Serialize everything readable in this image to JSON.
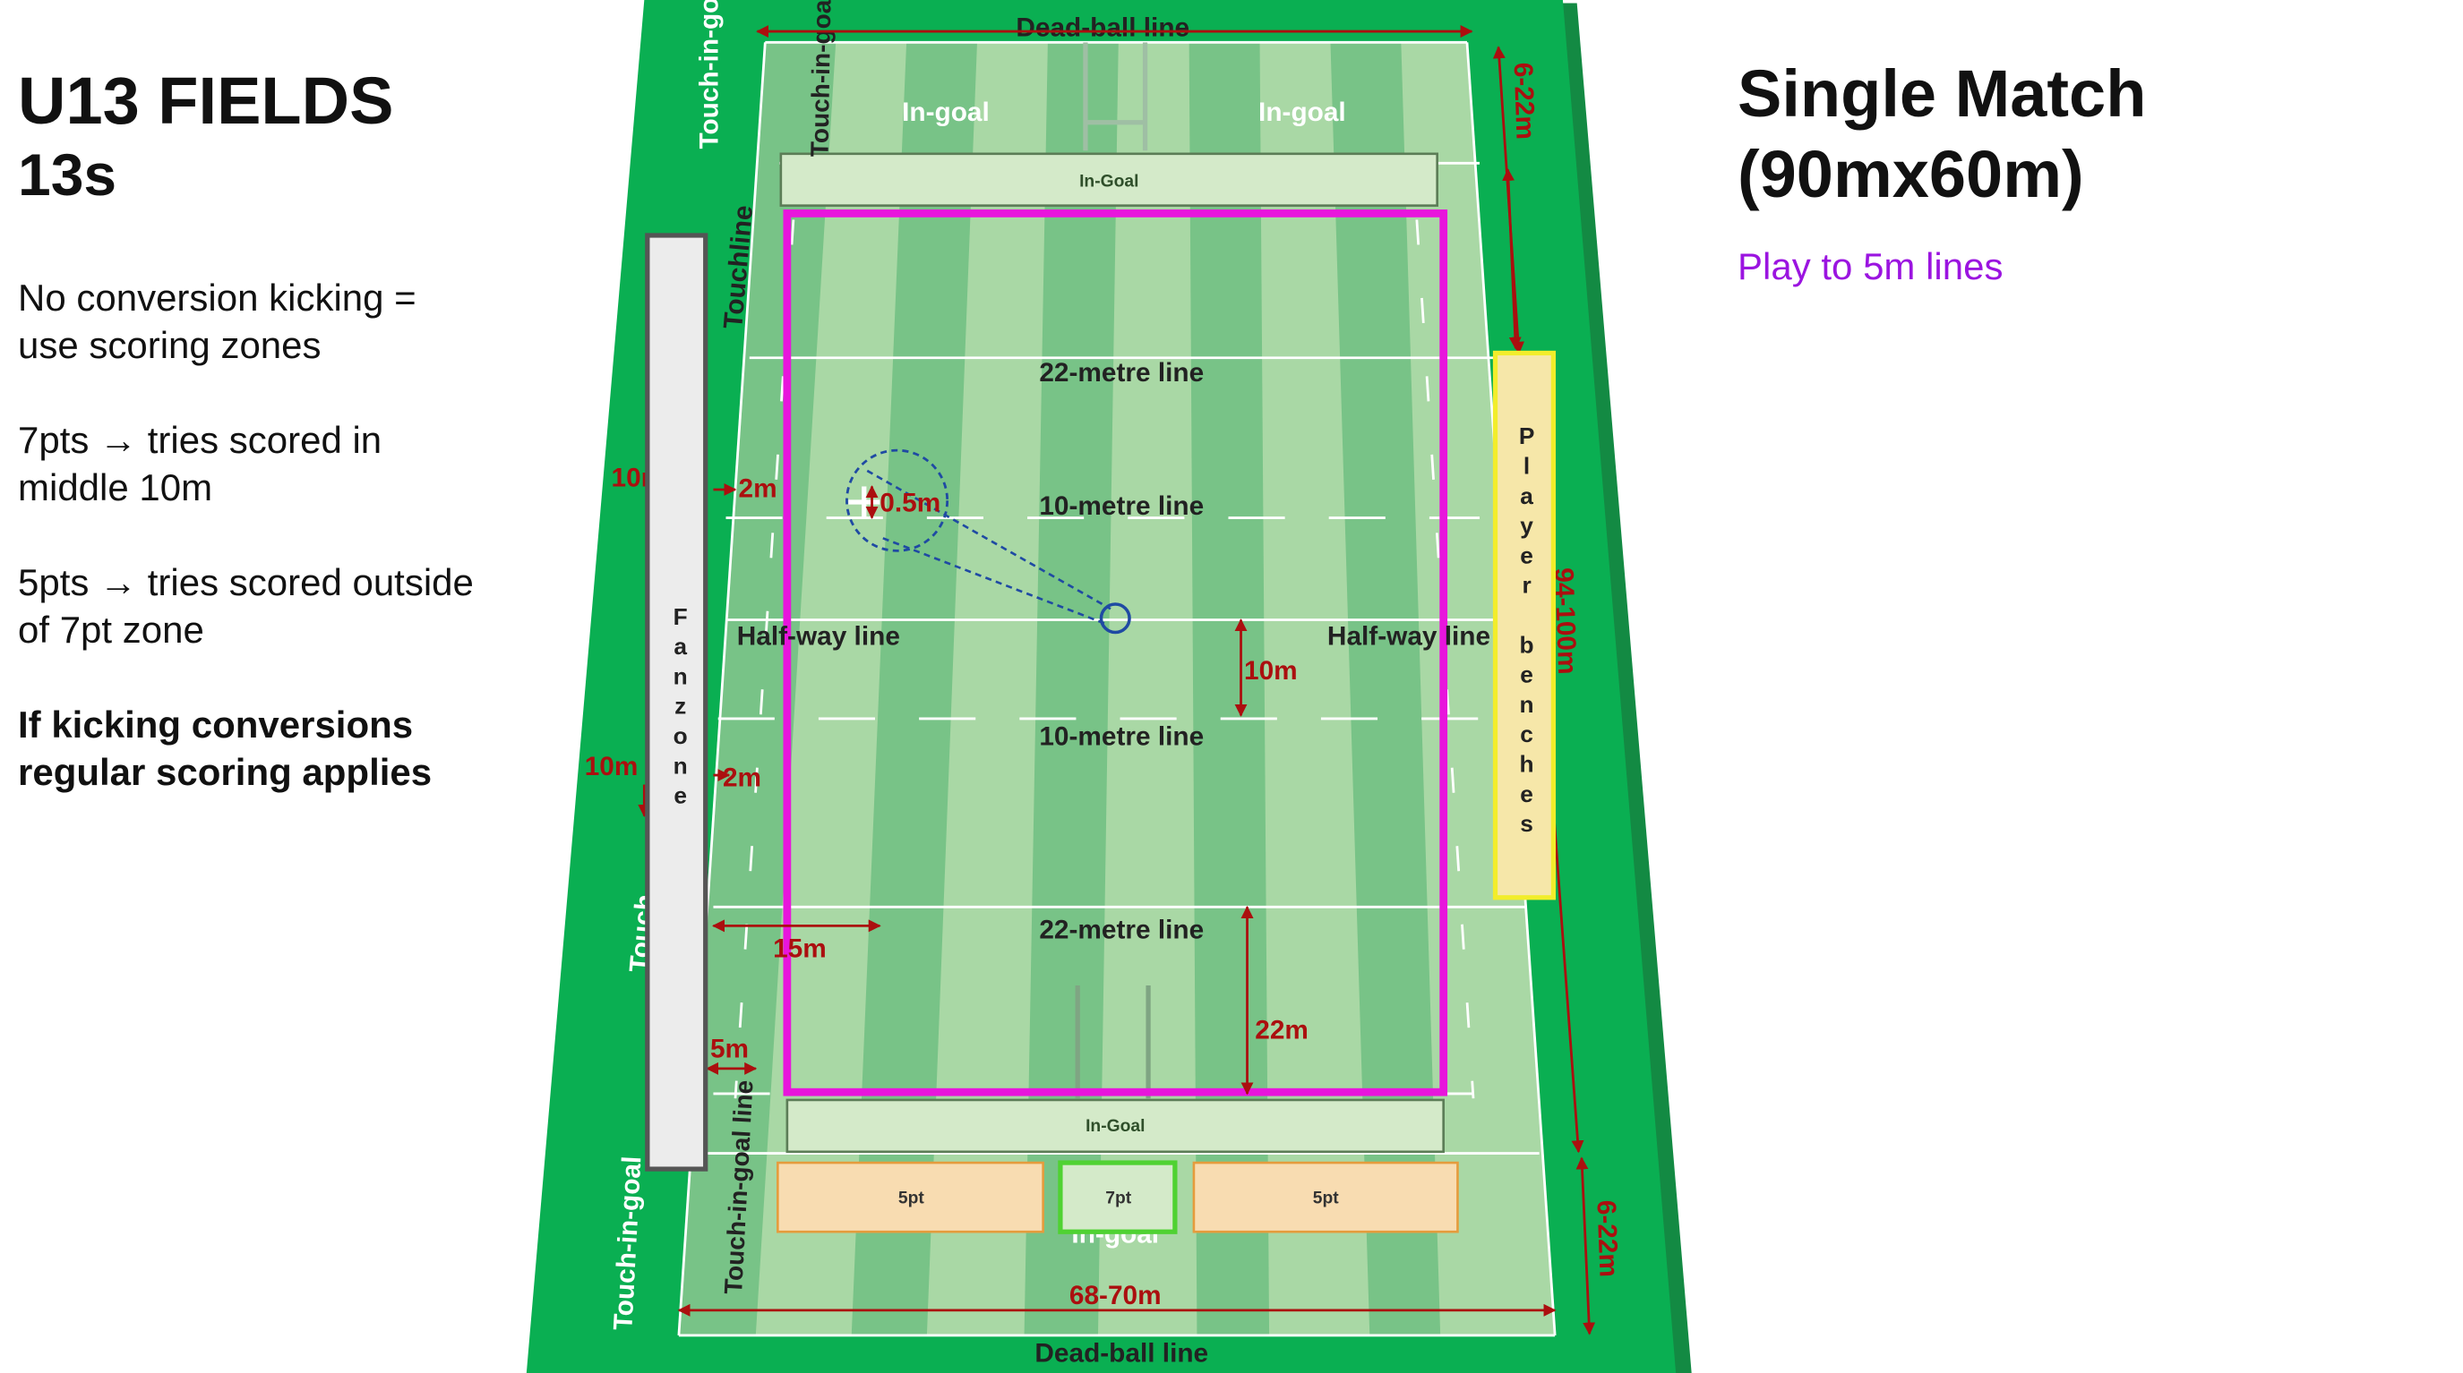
{
  "heading": {
    "line1": "U13 FIELDS",
    "line2": "13s"
  },
  "notes": [
    "No conversion kicking =",
    "use scoring zones",
    "7pts → tries scored in",
    "middle 10m",
    "5pts → tries scored outside",
    "of 7pt zone"
  ],
  "bold_note": [
    "If kicking conversions",
    "regular scoring applies"
  ],
  "title": {
    "line1": "Single Match",
    "line2": "(90mx60m)"
  },
  "play_note": "Play to 5m lines",
  "field": {
    "dead_ball_top": "Dead-ball line",
    "dead_ball_bottom": "Dead-ball line",
    "touch_in_goal": "Touch-in-goal",
    "touch_in_goal_line": "Touch-in-goal line",
    "touchline": "Touchline",
    "touch_partial": "Touch",
    "in_goal": "In-goal",
    "in_goal_box": "In-Goal",
    "line_22": "22-metre line",
    "line_10": "10-metre line",
    "half_way": "Half-way line",
    "fanzone": "Fanzone",
    "benches": "Player benches",
    "zone_5pt": "5pt",
    "zone_7pt": "7pt",
    "dims": {
      "d_0_5m": "0.5m",
      "d_2m": "2m",
      "d_10m": "10m",
      "d_15m": "15m",
      "d_5m": "5m",
      "d_22m": "22m",
      "d_6_22m": "6-22m",
      "d_94_100m": "94-100m",
      "d_68_70m": "68-70m"
    }
  },
  "colors": {
    "grass": "#0aaf52",
    "stripe_dark": "#78c387",
    "stripe_light": "#a9d8a5",
    "play_area": "#e815dc",
    "dim": "#ab0f0f",
    "bench": "#f6e7a9",
    "bench_border": "#f2ed2b",
    "zone_5pt": "#f8dcb1",
    "zone_7pt": "#d4eac9"
  }
}
